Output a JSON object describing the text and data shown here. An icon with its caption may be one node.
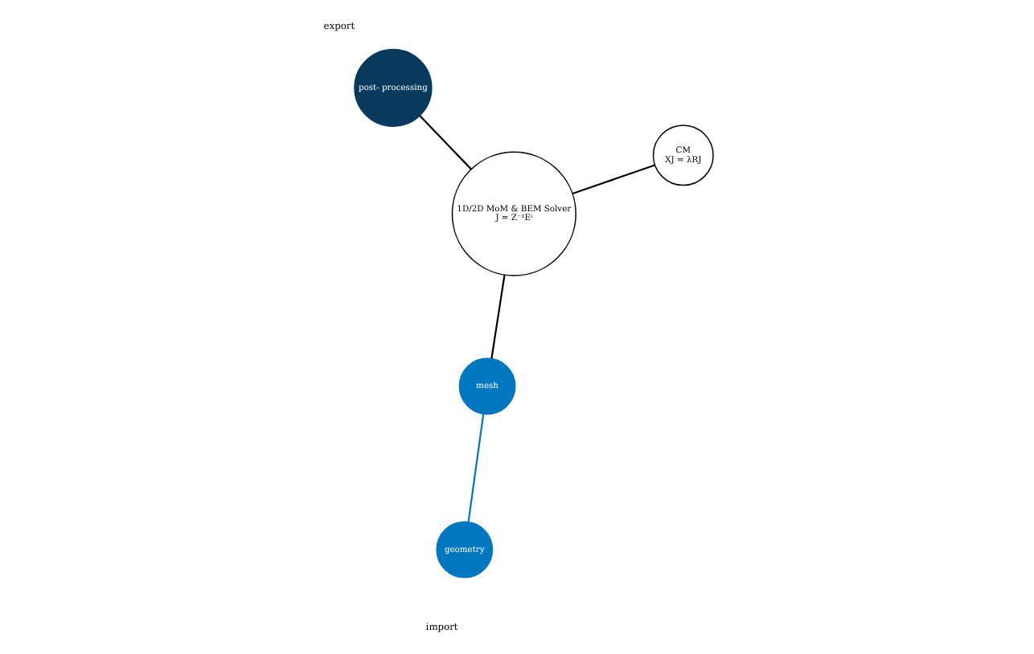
{
  "diagram": {
    "nodes": [
      {
        "text": [
          "geometry"
        ]
      },
      {
        "text": [
          "mesh"
        ]
      },
      {
        "text": [
          "post- processing"
        ]
      },
      {
        "text": [
          "1D/2D MoM & BEM Solver",
          "J = Z⁻¹Eⁱ"
        ]
      },
      {
        "text": [
          "CM",
          "XJ = λRJ"
        ]
      }
    ],
    "edges": [
      {
        "from": 0,
        "to": 1,
        "arrow": "none",
        "color": "#0077c0"
      },
      {
        "from": 1,
        "to": 3,
        "arrow": "none"
      },
      {
        "from": 3,
        "to": 2,
        "arrow": "none"
      },
      {
        "from": 4,
        "to": 3,
        "arrow": "none"
      }
    ],
    "labels": [
      "export",
      "import"
    ]
  }
}
